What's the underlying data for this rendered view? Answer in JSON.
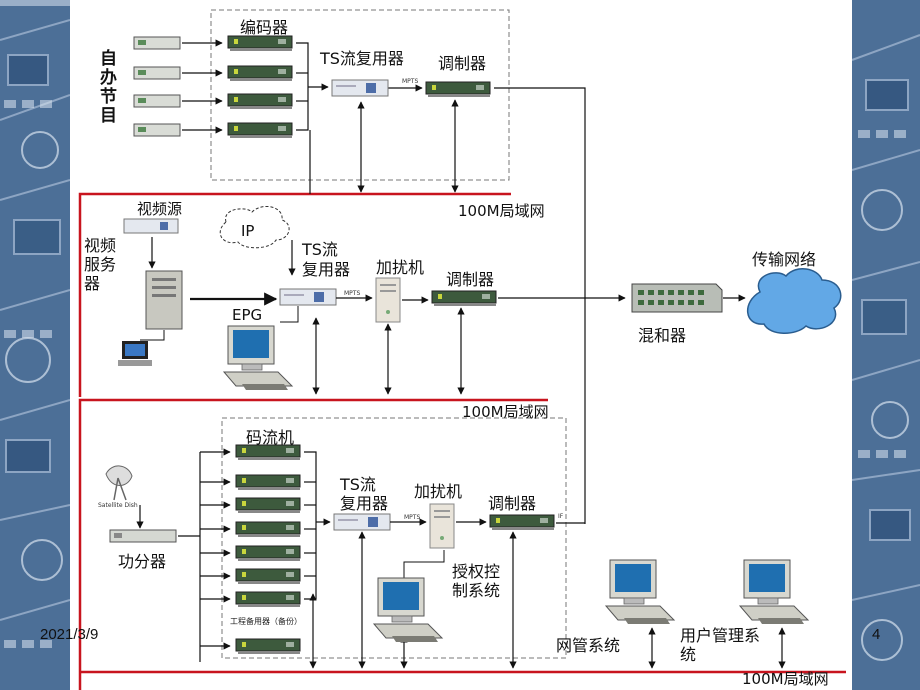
{
  "labels": {
    "self_programs": "自办节目",
    "encoder": "编码器",
    "ts_mux_top": "TS流复用器",
    "modulator_top": "调制器",
    "video_source": "视频源",
    "video_server": "视频服务器",
    "ip": "IP",
    "ts_mux_mid_line1": "TS流",
    "ts_mux_mid_line2": "复用器",
    "scrambler_mid": "加扰机",
    "modulator_mid": "调制器",
    "epg": "EPG",
    "lan_1": "100M局域网",
    "lan_2": "100M局域网",
    "lan_3": "100M局域网",
    "transmission_network": "传输网络",
    "mixer": "混和器",
    "stream_machine": "码流机",
    "ts_mux_bot_line1": "TS流",
    "ts_mux_bot_line2": "复用器",
    "scrambler_bot": "加扰机",
    "modulator_bot": "调制器",
    "splitter": "功分器",
    "auth_control": "授权控制系统",
    "network_mgmt": "网管系统",
    "user_mgmt": "用户管理系统",
    "satellite_caption": "Satellite Dish",
    "backup_caption": "工程备用器（备份）",
    "mpts_1": "MPTS",
    "mpts_2": "MPTS",
    "mpts_3": "MPTS",
    "if_label": "IF"
  },
  "footer": {
    "date": "2021/3/9",
    "page_number": "4"
  },
  "colors": {
    "background_blue": "#4c6f97",
    "lan_line_red": "#c8141e",
    "dashed_border": "#777777",
    "cloud_blue": "#62a8e6",
    "monitor_screen": "#1f6fb0"
  }
}
